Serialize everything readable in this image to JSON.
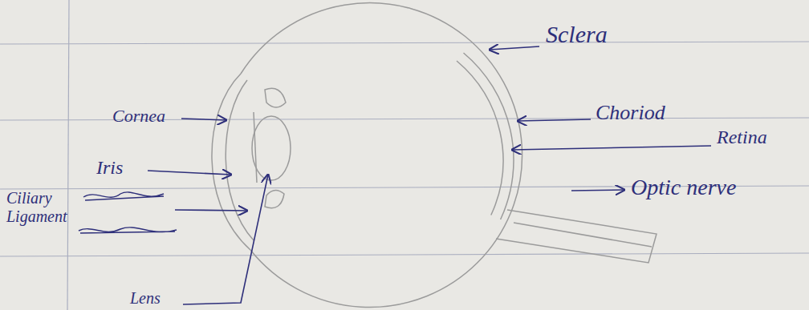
{
  "diagram": {
    "labels": [
      "Sclera",
      "Choriod",
      "Retina",
      "Optic nerve",
      "Cornea",
      "Iris",
      "Ciliary Ligament",
      "Lens"
    ]
  }
}
